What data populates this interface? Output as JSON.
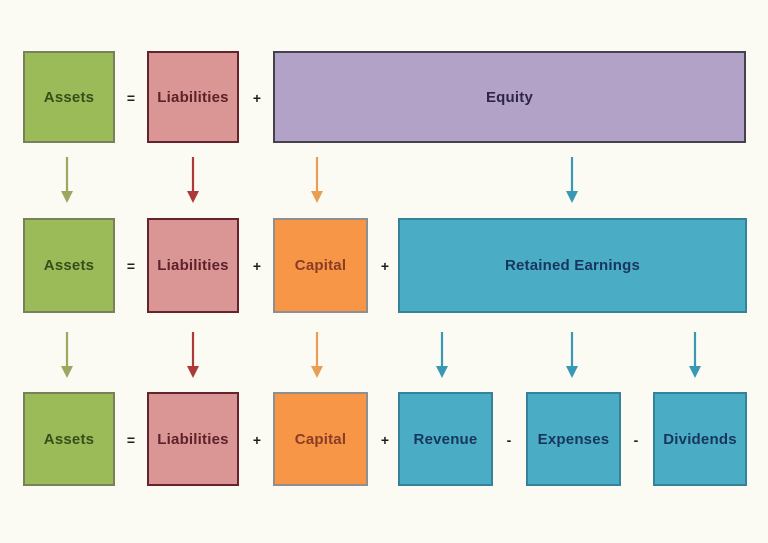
{
  "palette": {
    "background": "#fbfaf3",
    "green_fill": "#9bbb59",
    "green_border": "#78825a",
    "green_text": "#374d1b",
    "red_fill": "#d99694",
    "red_border": "#63242c",
    "red_text": "#5e2129",
    "purple_fill": "#b2a2c7",
    "purple_border": "#45424e",
    "purple_text": "#2e2547",
    "orange_fill": "#f79646",
    "orange_border": "#8f8f8f",
    "orange_text": "#8a3c26",
    "teal_fill": "#4bacc6",
    "teal_border": "#35829b",
    "teal_text": "#17365d",
    "arrow_green": "#9aa95f",
    "arrow_red": "#ac3a38",
    "arrow_orange": "#e89e55",
    "arrow_teal": "#3999b4",
    "operator_color": "#1f1f1f"
  },
  "rows": [
    {
      "id": "row-1",
      "equation": "Assets = Liabilities + Equity",
      "boxes": [
        {
          "label": "Assets"
        },
        {
          "label": "Liabilities"
        },
        {
          "label": "Equity"
        }
      ],
      "operators": [
        "=",
        "+"
      ]
    },
    {
      "id": "row-2",
      "equation": "Assets = Liabilities + Capital + Retained Earnings",
      "boxes": [
        {
          "label": "Assets"
        },
        {
          "label": "Liabilities"
        },
        {
          "label": "Capital"
        },
        {
          "label": "Retained Earnings"
        }
      ],
      "operators": [
        "=",
        "+",
        "+"
      ]
    },
    {
      "id": "row-3",
      "equation": "Assets = Liabilities + Capital + Revenue - Expenses - Dividends",
      "boxes": [
        {
          "label": "Assets"
        },
        {
          "label": "Liabilities"
        },
        {
          "label": "Capital"
        },
        {
          "label": "Revenue"
        },
        {
          "label": "Expenses"
        },
        {
          "label": "Dividends"
        }
      ],
      "operators": [
        "=",
        "+",
        "+",
        "-",
        "-"
      ]
    }
  ],
  "arrows": {
    "row1_to_row2": [
      {
        "from": "Assets",
        "color": "arrow_green"
      },
      {
        "from": "Liabilities",
        "color": "arrow_red"
      },
      {
        "from": "Equity",
        "to": "Capital",
        "color": "arrow_orange"
      },
      {
        "from": "Equity",
        "to": "Retained Earnings",
        "color": "arrow_teal"
      }
    ],
    "row2_to_row3": [
      {
        "from": "Assets",
        "color": "arrow_green"
      },
      {
        "from": "Liabilities",
        "color": "arrow_red"
      },
      {
        "from": "Capital",
        "color": "arrow_orange"
      },
      {
        "from": "Retained Earnings",
        "to": "Revenue",
        "color": "arrow_teal"
      },
      {
        "from": "Retained Earnings",
        "to": "Expenses",
        "color": "arrow_teal"
      },
      {
        "from": "Retained Earnings",
        "to": "Dividends",
        "color": "arrow_teal"
      }
    ]
  }
}
